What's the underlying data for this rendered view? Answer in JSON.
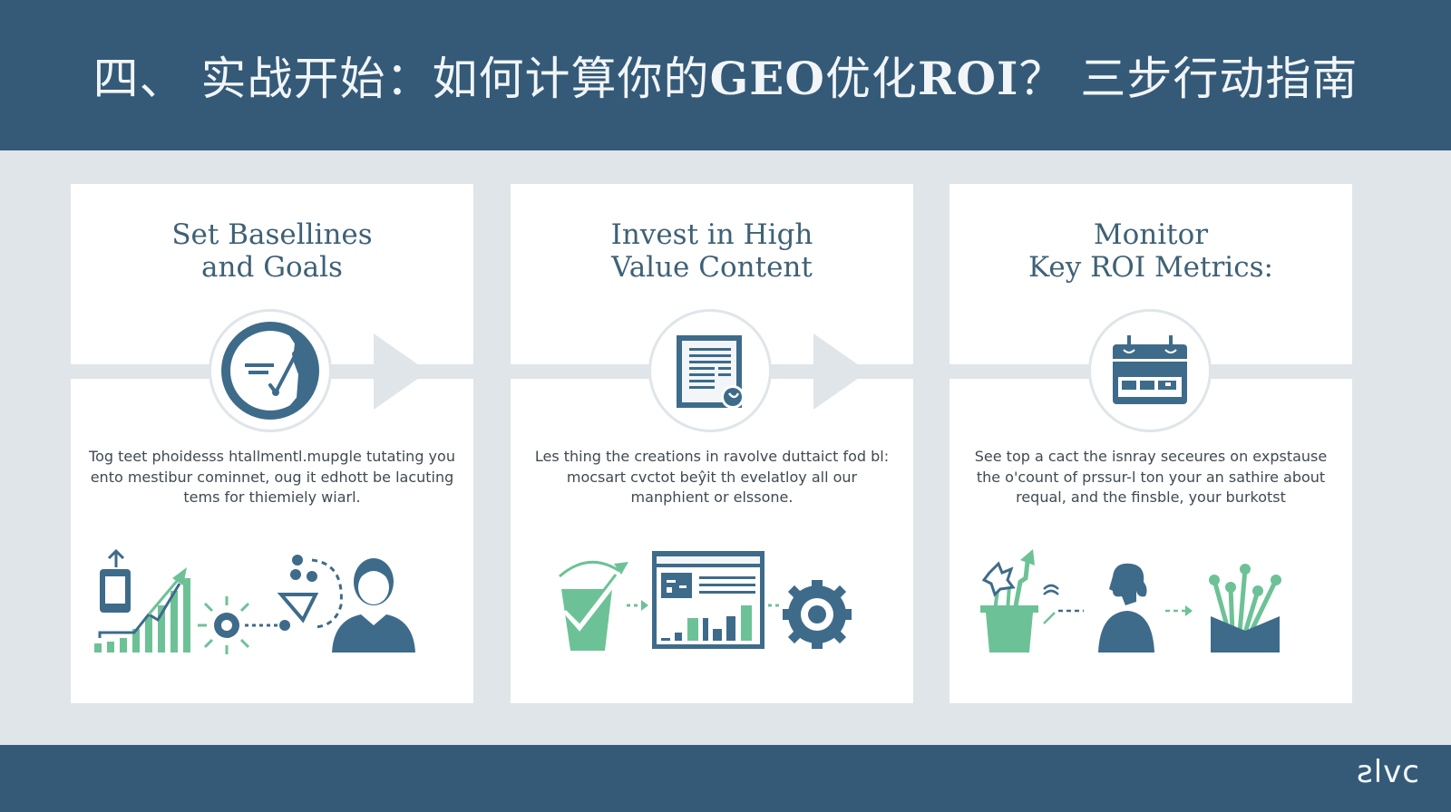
{
  "header": {
    "title_prefix": "四、 实战开始：如何计算你的",
    "title_latin_1": "GEO",
    "title_middle": "优化",
    "title_latin_2": "ROI",
    "title_suffix": "？ 三步行动指南"
  },
  "colors": {
    "header_bg": "#345a78",
    "page_bg": "#dfe5e9",
    "card_bg": "#ffffff",
    "icon_primary": "#3e6b8a",
    "accent_green": "#6cc296",
    "title_text": "#3e6176",
    "body_text": "#3f4a52"
  },
  "steps": [
    {
      "title": "Set Basellines\nand Goals",
      "icon": "clock-check-icon",
      "description": "Tog teet phoidesss htallmentl.mupgle tutating you ento mestibur cominnet, oug it edhott be lacuting tems for thiemiely wiarl.",
      "illustration": "growth-chart-gear-user-illustration",
      "has_next_arrow": true
    },
    {
      "title": "Invest in High\nValue Content",
      "icon": "document-clock-icon",
      "description": "Les thing the creations in ravolve duttaict fod bl: mocsart cvctot beŷit th evelatloy all our manphient or elssone.",
      "illustration": "bucket-dashboard-gear-illustration",
      "has_next_arrow": true
    },
    {
      "title": "Monitor\nKey ROI Metrics:",
      "icon": "calendar-icon",
      "description": "See top a cact the isnray seceures on expstause the o'count of prssur-l ton your an sathire about requal, and the finsble, your burkotst",
      "illustration": "plant-person-basket-illustration",
      "has_next_arrow": false
    }
  ],
  "footer": {
    "logo_text": "ƨlvc"
  }
}
